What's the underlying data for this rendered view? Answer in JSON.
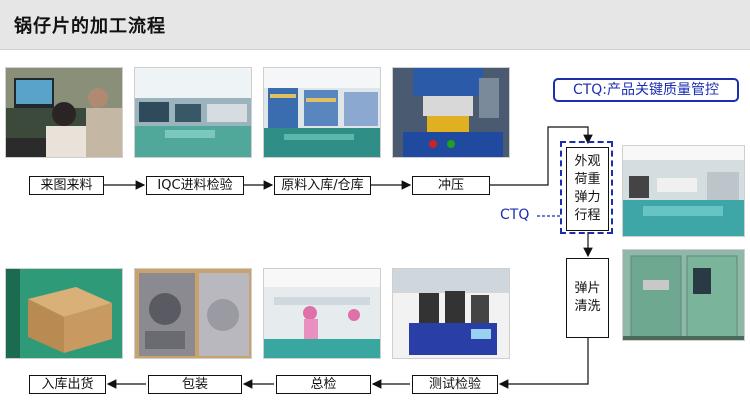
{
  "header": {
    "title": "锅仔片的加工流程"
  },
  "ctq": {
    "title": "CTQ:产品关键质量管控",
    "label": "CTQ"
  },
  "top_row": [
    "来图来料",
    "IQC进料检验",
    "原料入库/仓库",
    "冲压"
  ],
  "inspection": {
    "lines": [
      "外观",
      "荷重",
      "弹力",
      "行程"
    ]
  },
  "cleaning": {
    "lines": [
      "弹片",
      "清洗"
    ]
  },
  "bottom_row": [
    "测试检验",
    "总检",
    "包装",
    "入库出货"
  ],
  "colors": {
    "accent": "#1a2fb0",
    "header_bg": "#e6e6e6"
  }
}
